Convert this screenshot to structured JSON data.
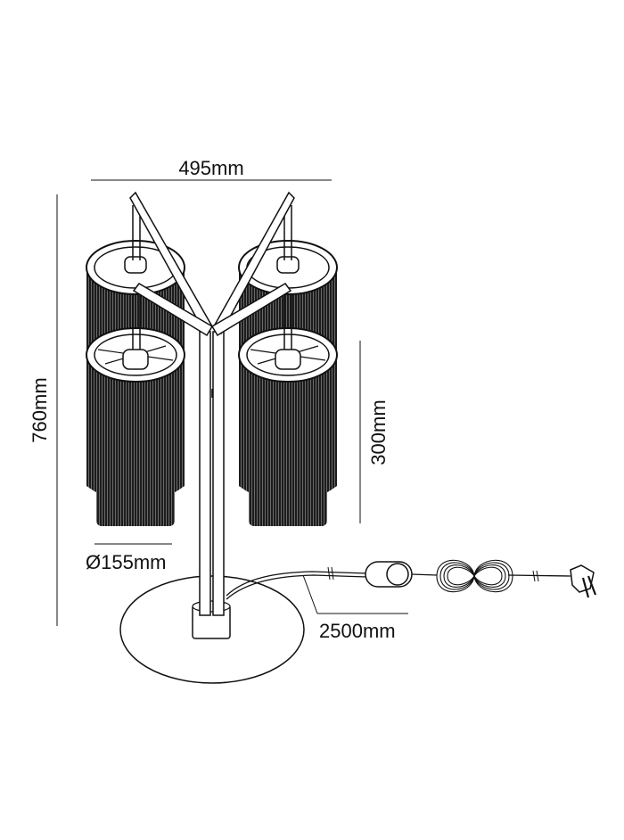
{
  "dimensions": {
    "width": "495mm",
    "height": "760mm",
    "shade_height": "300mm",
    "shade_diameter": "Ø155mm",
    "cable_length": "2500mm"
  },
  "colors": {
    "line": "#111111",
    "background": "#ffffff"
  },
  "parts": {
    "shades": 4,
    "plug_icon": "plug-icon",
    "switch_icon": "inline-switch-icon"
  }
}
